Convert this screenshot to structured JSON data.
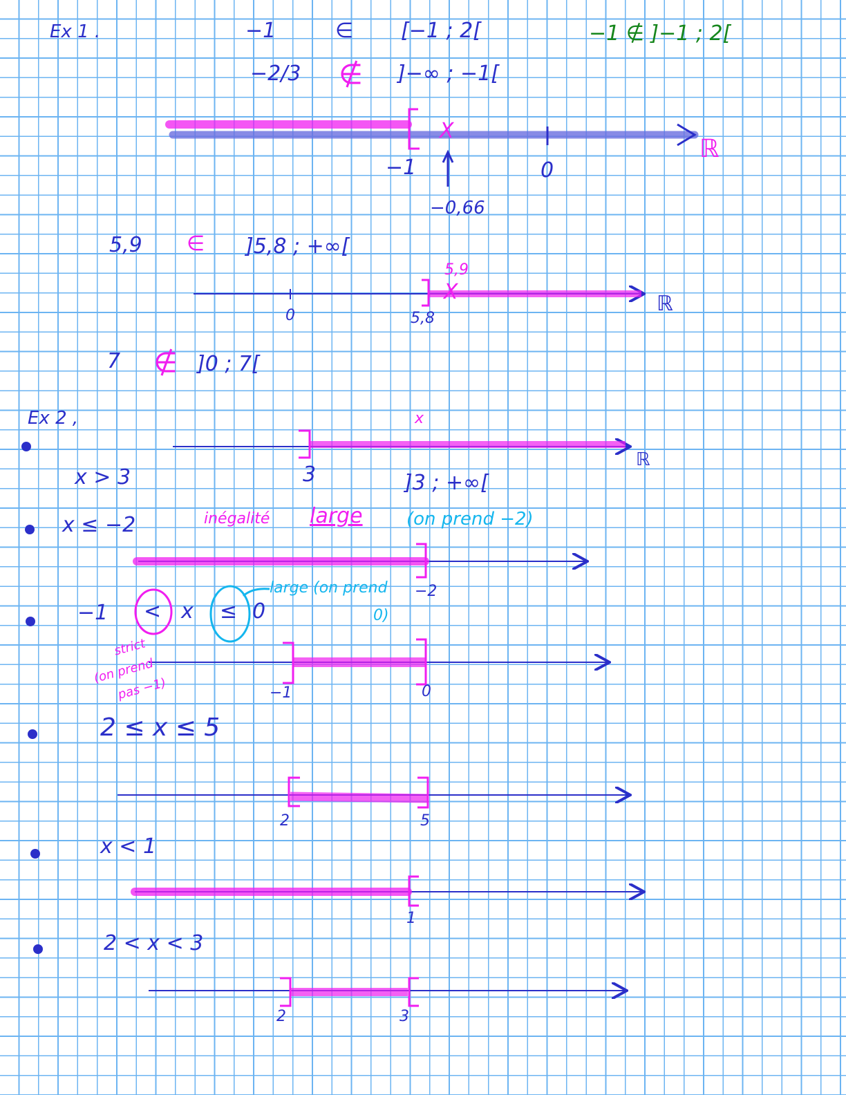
{
  "colors": {
    "blue": "#2b2fc9",
    "pink": "#f01ef0",
    "cyan": "#14b6ee",
    "green": "#16861c",
    "grid": "#6cb4f2"
  },
  "ex1": {
    "title": "Ex 1 .",
    "s1_num": "−1",
    "s1_sym": "∈",
    "s1_int": "[−1 ; 2[",
    "s1_green": "−1 ∉ ]−1 ; 2[",
    "s2_num": "−2/3",
    "s2_sym": "∉",
    "s2_int": "]−∞ ; −1[",
    "line1": {
      "label_a": "−1",
      "label_b": "0",
      "label_c": "−0,66",
      "mark": "X",
      "bracket": "[",
      "set": "ℝ",
      "arrow": "↑"
    },
    "s3_num": "5,9",
    "s3_sym": "∈",
    "s3_int": "]5,8 ; +∞[",
    "line2": {
      "label_a": "0",
      "label_b": "5,8",
      "point": "5,9",
      "mark": "X",
      "bracket": "]",
      "set": "ℝ"
    },
    "s4_num": "7",
    "s4_sym": "∉",
    "s4_int": "]0 ; 7["
  },
  "ex2": {
    "title": "Ex 2 ,",
    "items": [
      {
        "ineq": "x > 3",
        "var": "x",
        "label": "3",
        "interval": "]3 ; +∞[",
        "set": "ℝ"
      },
      {
        "ineq": "x ≤ −2",
        "note1": "inégalité",
        "note2": "large",
        "note3": "(on   prend   −2)",
        "label": "−2"
      },
      {
        "ineq_a": "−1",
        "ineq_lt": "<",
        "ineq_x": "x",
        "ineq_le": "≤",
        "ineq_b": "0",
        "note_cyan": "large (on prend",
        "note_cyan2": "0)",
        "note_pink1": "strict",
        "note_pink2": "(on prend",
        "note_pink3": "pas −1)",
        "label_a": "−1",
        "label_b": "0"
      },
      {
        "ineq": "2 ≤ x ≤ 5",
        "label_a": "2",
        "label_b": "5"
      },
      {
        "ineq": "x < 1",
        "label": "1"
      },
      {
        "ineq": "2 < x < 3",
        "label_a": "2",
        "label_b": "3"
      }
    ],
    "bracket_open": "]",
    "bracket_close": "["
  }
}
